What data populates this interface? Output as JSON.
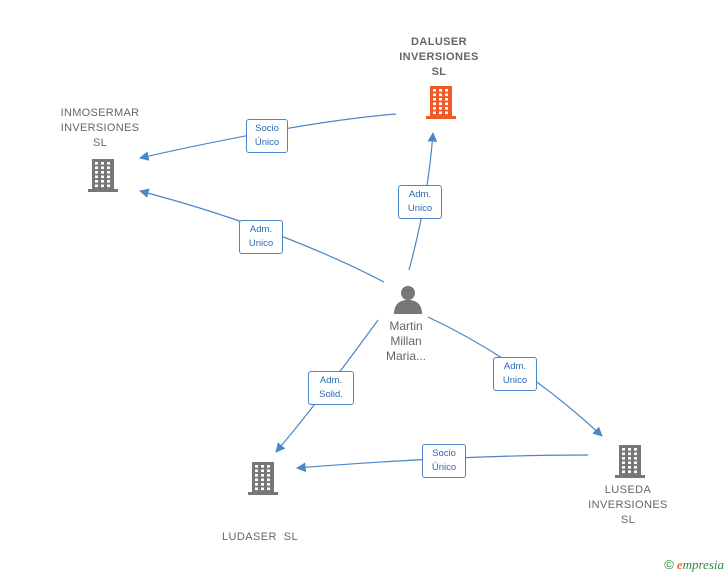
{
  "colors": {
    "edge": "#4a86c8",
    "building_default": "#777777",
    "building_highlight": "#f05a28",
    "person": "#777777"
  },
  "nodes": {
    "daluser": {
      "lines": [
        "DALUSER",
        "INVERSIONES",
        "SL"
      ],
      "icon": "building-icon",
      "highlight": true
    },
    "inmosermar": {
      "lines": [
        "INMOSERMAR",
        "INVERSIONES",
        "SL"
      ],
      "icon": "building-icon"
    },
    "ludaser": {
      "lines": [
        "LUDASER  SL"
      ],
      "icon": "building-icon"
    },
    "luseda": {
      "lines": [
        "LUSEDA",
        "INVERSIONES",
        "SL"
      ],
      "icon": "building-icon"
    },
    "person": {
      "lines": [
        "Martin",
        "Millan",
        "Maria..."
      ],
      "icon": "person-icon"
    }
  },
  "edges": [
    {
      "from": "daluser",
      "to": "inmosermar",
      "label": [
        "Socio",
        "Único"
      ]
    },
    {
      "from": "person",
      "to": "inmosermar",
      "label": [
        "Adm.",
        "Unico"
      ]
    },
    {
      "from": "person",
      "to": "daluser",
      "label": [
        "Adm.",
        "Unico"
      ]
    },
    {
      "from": "person",
      "to": "ludaser",
      "label": [
        "Adm.",
        "Solid."
      ]
    },
    {
      "from": "person",
      "to": "luseda",
      "label": [
        "Adm.",
        "Unico"
      ]
    },
    {
      "from": "luseda",
      "to": "ludaser",
      "label": [
        "Socio",
        "Único"
      ]
    }
  ],
  "footer": {
    "copyright_symbol": "©",
    "brand_first": "e",
    "brand_rest": "mpresia"
  }
}
